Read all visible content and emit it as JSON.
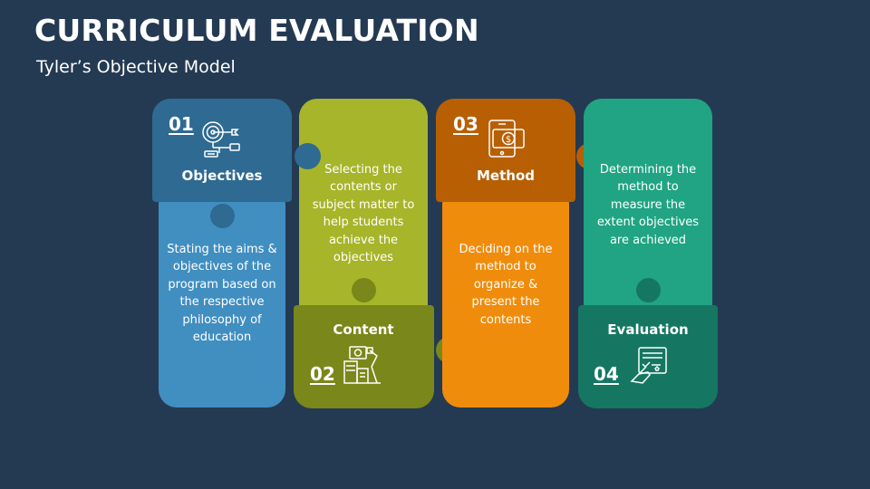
{
  "title": "CURRICULUM EVALUATION",
  "subtitle": "Tyler’s Objective Model",
  "steps": [
    {
      "number": "01",
      "heading": "Objectives",
      "description": "Stating the aims & objectives of the program based on the respective philosophy of education",
      "icon": "target-icon",
      "color_light": "#418ec0",
      "color_dark": "#2e6a91"
    },
    {
      "number": "02",
      "heading": "Content",
      "description": "Selecting the contents or subject matter to help students achieve the objectives",
      "icon": "study-desk-icon",
      "color_light": "#a6b52a",
      "color_dark": "#7a871a"
    },
    {
      "number": "03",
      "heading": "Method",
      "description": "Deciding on the method to organize & present the contents",
      "icon": "mobile-payment-icon",
      "color_light": "#f08c0c",
      "color_dark": "#b85f04"
    },
    {
      "number": "04",
      "heading": "Evaluation",
      "description": "Determining the method to measure the extent objectives are achieved",
      "icon": "checklist-icon",
      "color_light": "#20a483",
      "color_dark": "#157762"
    }
  ]
}
